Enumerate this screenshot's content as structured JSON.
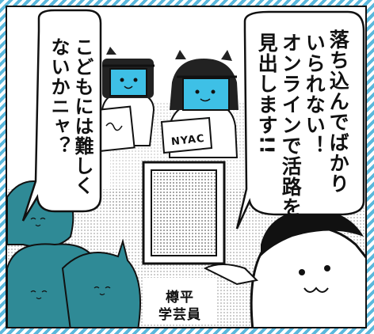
{
  "speech_right": {
    "lines": [
      "落ち込んでばかり",
      "いられない！",
      "オンラインで活路を",
      "見出します!!"
    ]
  },
  "speech_left": {
    "lines": [
      "こどもには難しく",
      "ないかニャ？"
    ]
  },
  "caption": {
    "name": "樽平",
    "role": "学芸員"
  },
  "sign_text": "NYAC",
  "colors": {
    "stripe": "#5ab8dc",
    "face_screen": "#3ec0e6",
    "cat_teal": "#2f8a96",
    "ink": "#111111"
  }
}
